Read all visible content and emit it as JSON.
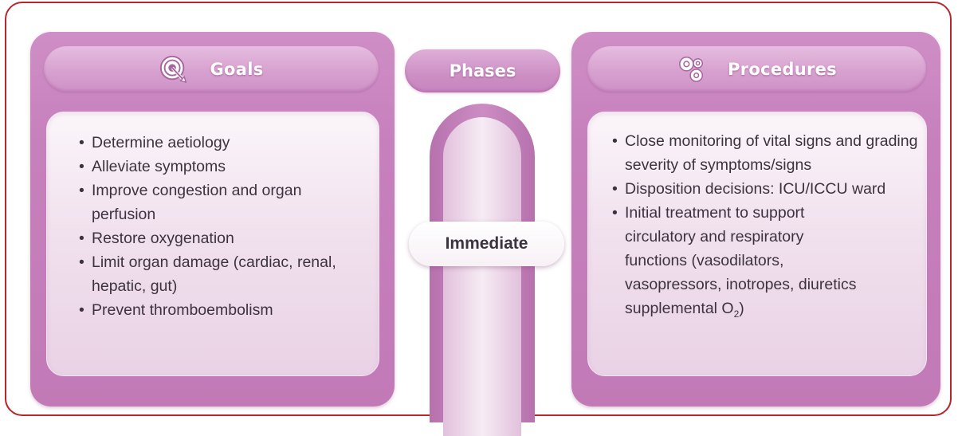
{
  "goals": {
    "title": "Goals",
    "icon": "target-icon",
    "items": [
      "Determine aetiology",
      "Alleviate symptoms",
      "Improve congestion and organ perfusion",
      "Restore oxygenation",
      "Limit organ damage (cardiac, renal, hepatic, gut)",
      "Prevent thromboembolism"
    ]
  },
  "phases": {
    "title": "Phases",
    "current_phase": "Immediate"
  },
  "procedures": {
    "title": "Procedures",
    "icon": "gears-icon",
    "items": [
      "Close monitoring of vital signs and grading severity of symptoms/signs",
      "Disposition decisions: ICU/ICCU ward",
      "Initial treatment to support circulatory and respiratory functions (vasodilators, vasopressors, inotropes, diuretics supplemental O"
    ],
    "o2_subscript": "2",
    "o2_suffix": ")"
  },
  "colors": {
    "frame_border": "#b5272c",
    "panel": "#c680bc",
    "header": "#d7a1cf",
    "text": "#3d3340"
  }
}
